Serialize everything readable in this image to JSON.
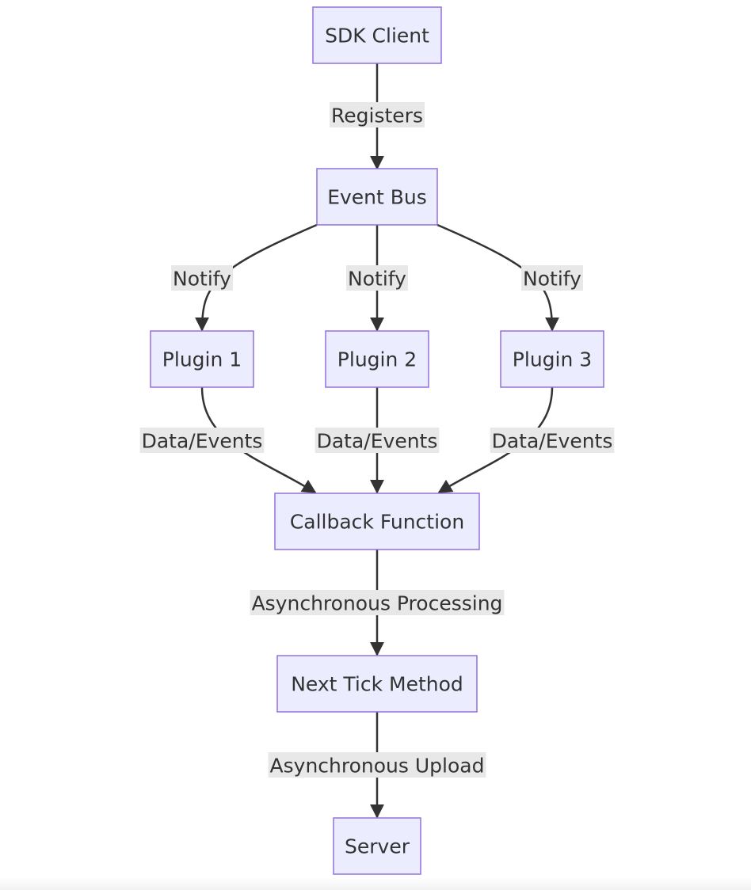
{
  "nodes": {
    "sdk_client": "SDK Client",
    "event_bus": "Event Bus",
    "plugin_1": "Plugin 1",
    "plugin_2": "Plugin 2",
    "plugin_3": "Plugin 3",
    "callback_function": "Callback Function",
    "next_tick_method": "Next Tick Method",
    "server": "Server"
  },
  "edges": {
    "registers": "Registers",
    "notify_1": "Notify",
    "notify_2": "Notify",
    "notify_3": "Notify",
    "data_events_1": "Data/Events",
    "data_events_2": "Data/Events",
    "data_events_3": "Data/Events",
    "asynchronous_processing": "Asynchronous Processing",
    "asynchronous_upload": "Asynchronous Upload"
  },
  "colors": {
    "node_fill": "#ECECFF",
    "node_stroke": "#9370DB",
    "edge": "#333333",
    "label_background": "#E8E8E8",
    "text": "#333333"
  }
}
